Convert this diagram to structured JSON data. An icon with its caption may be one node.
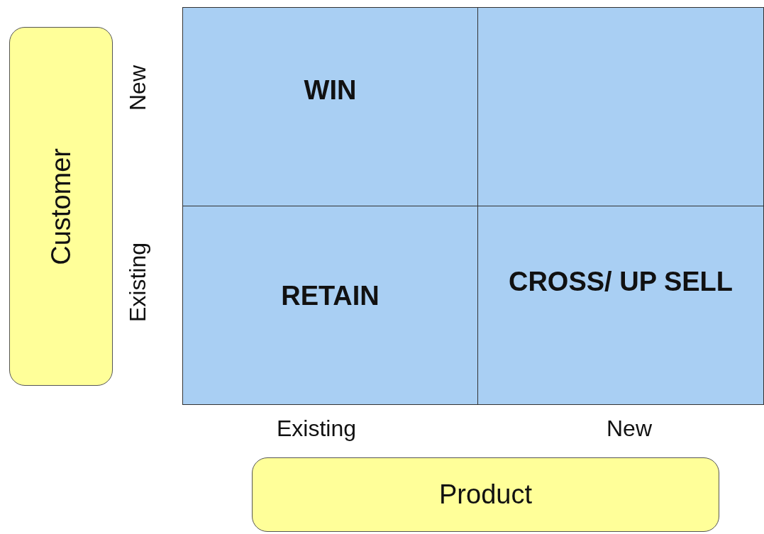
{
  "diagram": {
    "nodes": [
      {
        "text": [
          "Customer"
        ]
      },
      {
        "text": [
          "WIN"
        ]
      },
      {
        "text": [],
        "shape": "box"
      },
      {
        "text": [
          "RETAIN"
        ]
      },
      {
        "text": [
          "CROSS/ UP SELL"
        ]
      },
      {
        "text": [
          "Product"
        ]
      }
    ],
    "labels": [
      "New",
      "Existing",
      "Existing",
      "New"
    ]
  }
}
